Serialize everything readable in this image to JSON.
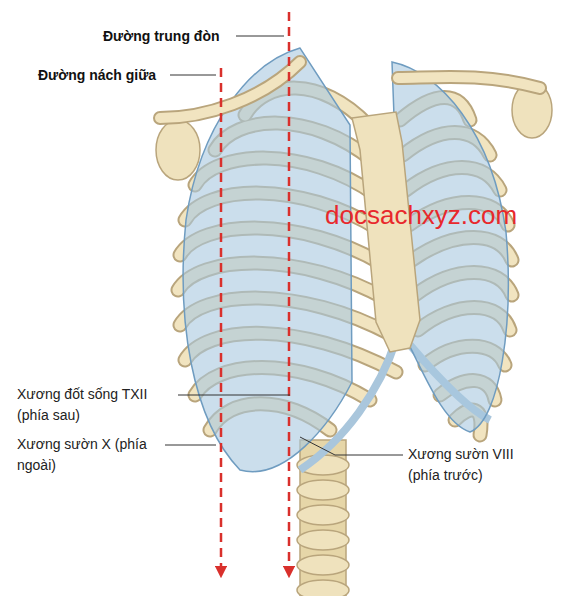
{
  "diagram": {
    "labels": [
      "Đường trung đòn",
      "Đường nách giữa",
      "docsachxyz.com",
      "Xương đốt sống TXII (phía sau)",
      "Xương sườn X (phía ngoài)",
      "Xương sườn VIII (phía trước)"
    ]
  }
}
